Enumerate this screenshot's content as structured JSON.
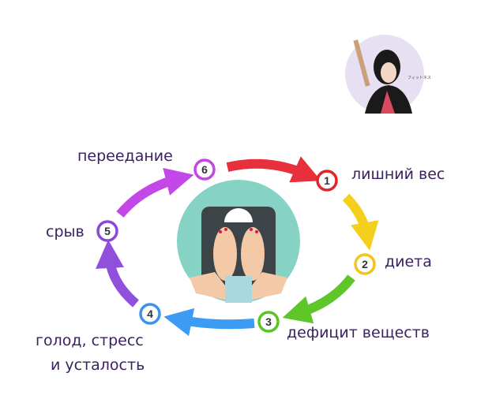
{
  "logo": {
    "text": "フィットネス"
  },
  "cycle": [
    {
      "number": "1",
      "label": "лишний вес",
      "color": "#e0242a"
    },
    {
      "number": "2",
      "label": "диета",
      "color": "#f2c51c"
    },
    {
      "number": "3",
      "label": "дефицит веществ",
      "color": "#5cc424"
    },
    {
      "number": "4",
      "label_line1": "голод, стресс",
      "label_line2": "и усталость",
      "color": "#3d92ee"
    },
    {
      "number": "5",
      "label": "срыв",
      "color": "#8a48d8"
    },
    {
      "number": "6",
      "label": "переедание",
      "color": "#c446e6"
    }
  ],
  "center_image": {
    "icon": "feet-on-scale-icon",
    "background": "#86d2c4"
  }
}
